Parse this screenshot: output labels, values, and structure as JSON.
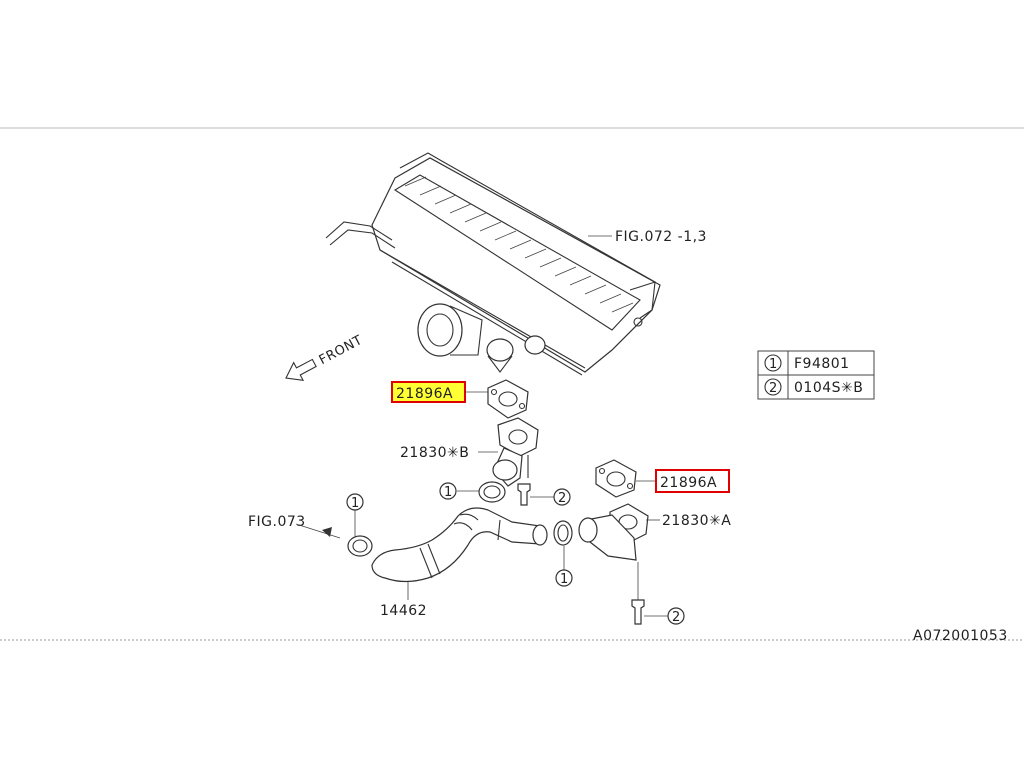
{
  "diagram": {
    "labels": {
      "fig_ref_top": "FIG.072 -1,3",
      "front": "FRONT",
      "part_21896a_highlight": "21896A",
      "part_21896a_boxed": "21896A",
      "part_21830b": "21830✳B",
      "part_21830a": "21830✳A",
      "fig_ref_left": "FIG.073",
      "part_14462": "14462",
      "doc_id": "A072001053"
    },
    "callouts": {
      "one": "1",
      "two": "2"
    },
    "legend": [
      {
        "ref": "1",
        "code": "F94801"
      },
      {
        "ref": "2",
        "code": "0104S✳B"
      }
    ],
    "colors": {
      "highlight_fill": "#ffff33",
      "highlight_border": "#e00000",
      "line": "#333333"
    }
  }
}
